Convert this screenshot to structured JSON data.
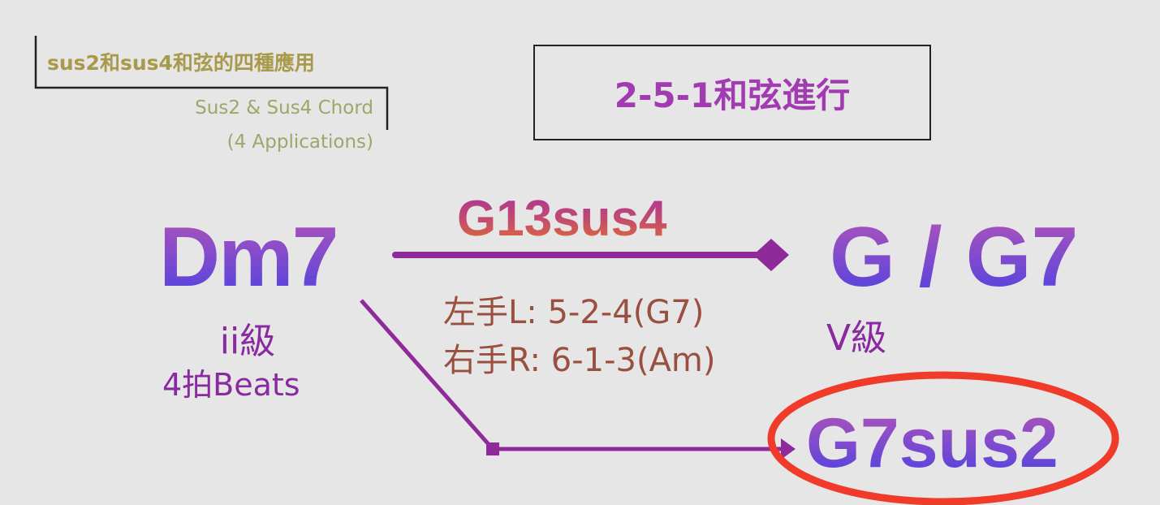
{
  "header": {
    "title_zh": "sus2和sus4和弦的四種應用",
    "subtitle_line1": "Sus2 & Sus4 Chord",
    "subtitle_line2": "(4 Applications)"
  },
  "section_box": {
    "label": "2-5-1和弦進行"
  },
  "diagram": {
    "start_chord": {
      "name": "Dm7",
      "degree": "ii級",
      "duration": "4拍Beats"
    },
    "upper_path": {
      "chord": "G13sus4",
      "left_hand": "左手L: 5-2-4(G7)",
      "right_hand": "右手R: 6-1-3(Am)"
    },
    "target_chord": {
      "name": "G / G7",
      "degree": "V級"
    },
    "lower_path": {
      "chord": "G7sus2",
      "highlighted": true
    }
  },
  "colors": {
    "background": "#e6e6e6",
    "arrow": "#8e2a9a",
    "highlight": "#f03a2a",
    "title": "#a89a4a",
    "subtitle": "#9aa86a"
  }
}
